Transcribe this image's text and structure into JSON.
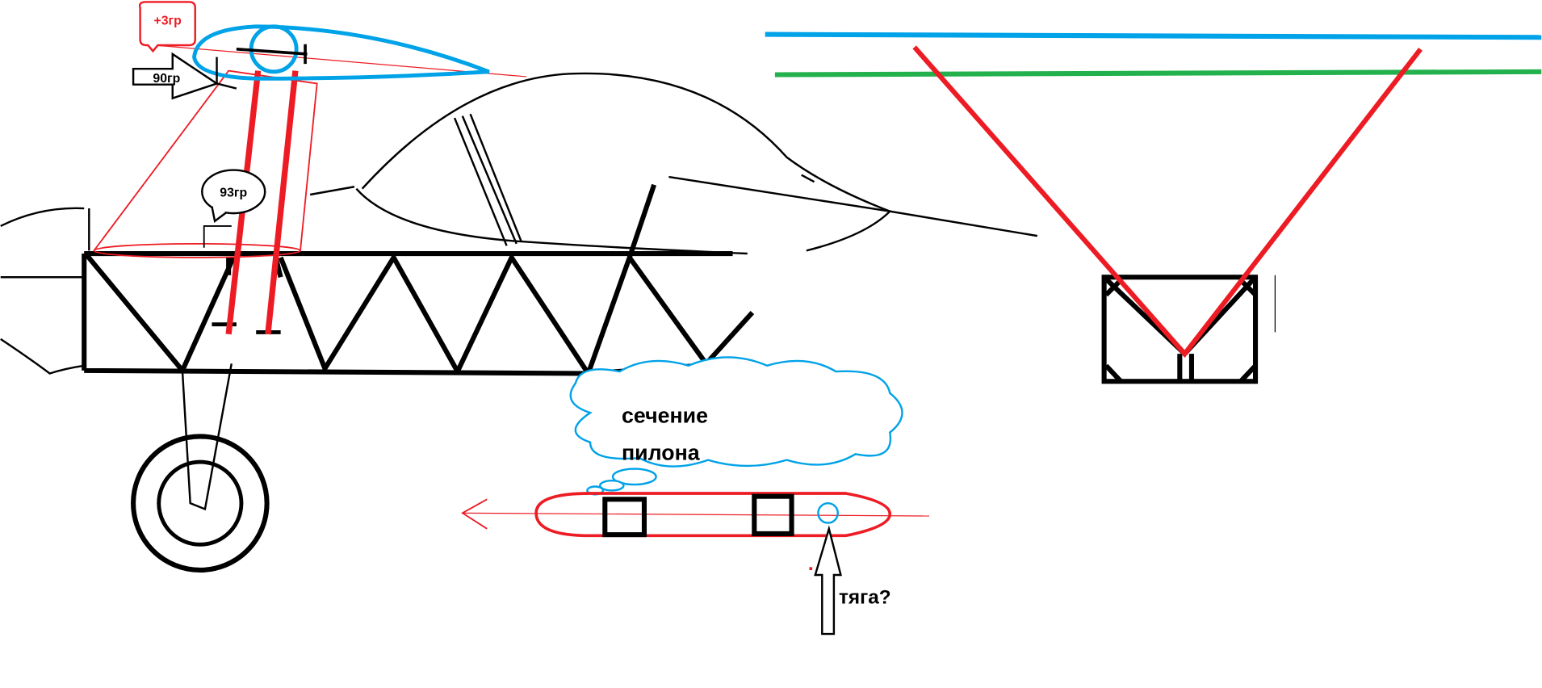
{
  "labels": {
    "plus_angle": "+3гр",
    "angle_90": "90гр",
    "angle_93": "93гр",
    "cloud_line1": "сечение",
    "cloud_line2": "пилона",
    "thrust": "тяга?"
  },
  "colors": {
    "red": "#ed1c24",
    "blue": "#00a2e8",
    "green": "#22b14c",
    "black": "#000000"
  }
}
